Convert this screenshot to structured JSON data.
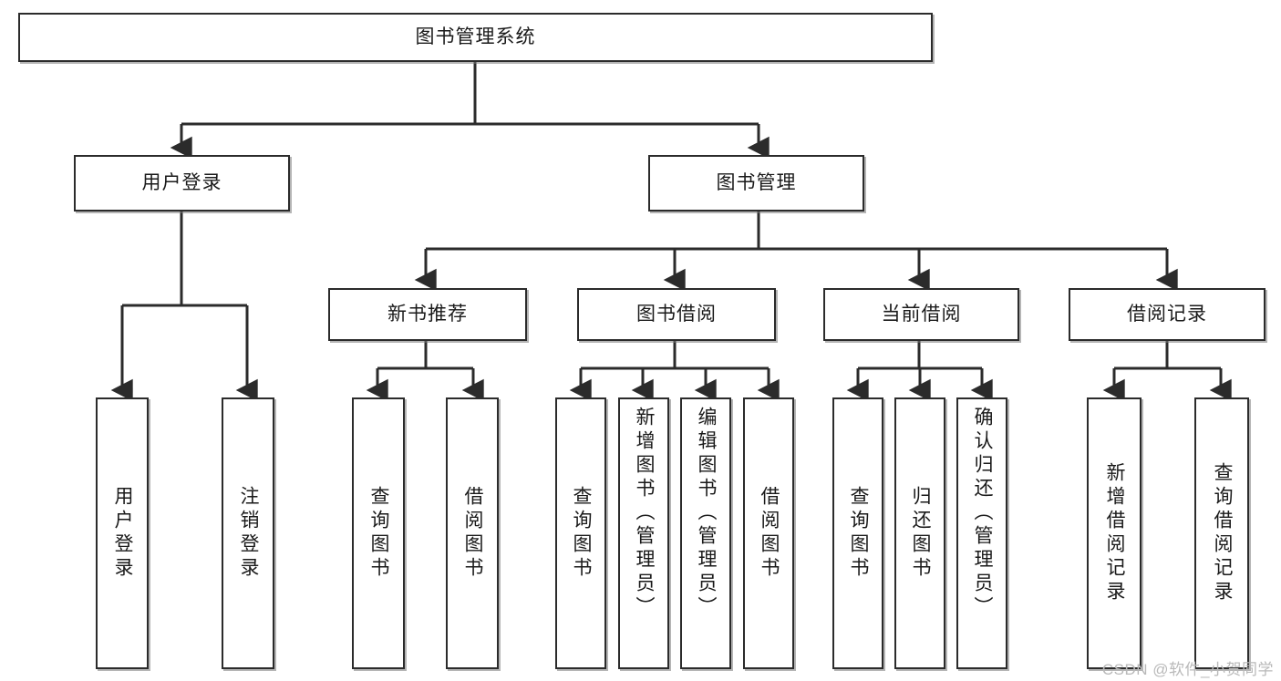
{
  "diagram": {
    "type": "tree-hierarchy",
    "title": "图书管理系统",
    "colors": {
      "box_border": "#2b2b2b",
      "box_fill": "#ffffff",
      "edge": "#2b2b2b",
      "text": "#1a1a1a",
      "watermark": "#b9b9b9",
      "background": "#ffffff"
    },
    "root": {
      "label": "图书管理系统"
    },
    "level1": [
      {
        "id": "user-login",
        "label": "用户登录"
      },
      {
        "id": "book-management",
        "label": "图书管理"
      }
    ],
    "level2": [
      {
        "id": "new-book-recommend",
        "label": "新书推荐",
        "parent": "book-management"
      },
      {
        "id": "book-borrow",
        "label": "图书借阅",
        "parent": "book-management"
      },
      {
        "id": "current-borrow",
        "label": "当前借阅",
        "parent": "book-management"
      },
      {
        "id": "borrow-record",
        "label": "借阅记录",
        "parent": "book-management"
      }
    ],
    "leaves": {
      "user-login": [
        {
          "id": "leaf-user-login",
          "label": "用户登录"
        },
        {
          "id": "leaf-logout",
          "label": "注销登录"
        }
      ],
      "new-book-recommend": [
        {
          "id": "leaf-query-book-1",
          "label": "查询图书"
        },
        {
          "id": "leaf-borrow-book-1",
          "label": "借阅图书"
        }
      ],
      "book-borrow": [
        {
          "id": "leaf-query-book-2",
          "label": "查询图书"
        },
        {
          "id": "leaf-add-book",
          "label": "新增图书（管理员）"
        },
        {
          "id": "leaf-edit-book",
          "label": "编辑图书（管理员）"
        },
        {
          "id": "leaf-borrow-book-2",
          "label": "借阅图书"
        }
      ],
      "current-borrow": [
        {
          "id": "leaf-query-book-3",
          "label": "查询图书"
        },
        {
          "id": "leaf-return-book",
          "label": "归还图书"
        },
        {
          "id": "leaf-confirm-return",
          "label": "确认归还（管理员）"
        }
      ],
      "borrow-record": [
        {
          "id": "leaf-add-record",
          "label": "新增借阅记录"
        },
        {
          "id": "leaf-query-record",
          "label": "查询借阅记录"
        }
      ]
    }
  },
  "watermark": {
    "text": "CSDN @软件_小贺同学"
  }
}
